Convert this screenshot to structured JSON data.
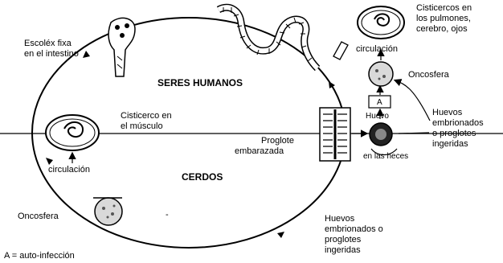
{
  "labels": {
    "escolex_line1": "Escoléx fixa",
    "escolex_line2": "en el intestino",
    "seres_humanos": "SERES HUMANOS",
    "cerdos": "CERDOS",
    "cisticerco_musculo_line1": "Cisticerco en",
    "cisticerco_musculo_line2": "el músculo",
    "proglote_line1": "Proglote",
    "proglote_line2": "embarazada",
    "huevo": "Huevo",
    "en_las_heces": "en las heces",
    "circulacion_left": "circulación",
    "circulacion_right": "circulación",
    "oncosfera_left": "Oncosfera",
    "oncosfera_right": "Oncosfera",
    "cisticercos_line1": "Cisticercos en",
    "cisticercos_line2": "los pulmones,",
    "cisticercos_line3": "cerebro, ojos",
    "huevos_right_line1": "Huevos",
    "huevos_right_line2": "embrionados",
    "huevos_right_line3": "o proglotes",
    "huevos_right_line4": "ingeridas",
    "huevos_bottom_line1": "Huevos",
    "huevos_bottom_line2": "embrionados o",
    "huevos_bottom_line3": "proglotes",
    "huevos_bottom_line4": "ingeridas",
    "box_a": "A",
    "dash": "-",
    "legend": "A = auto-infección"
  }
}
